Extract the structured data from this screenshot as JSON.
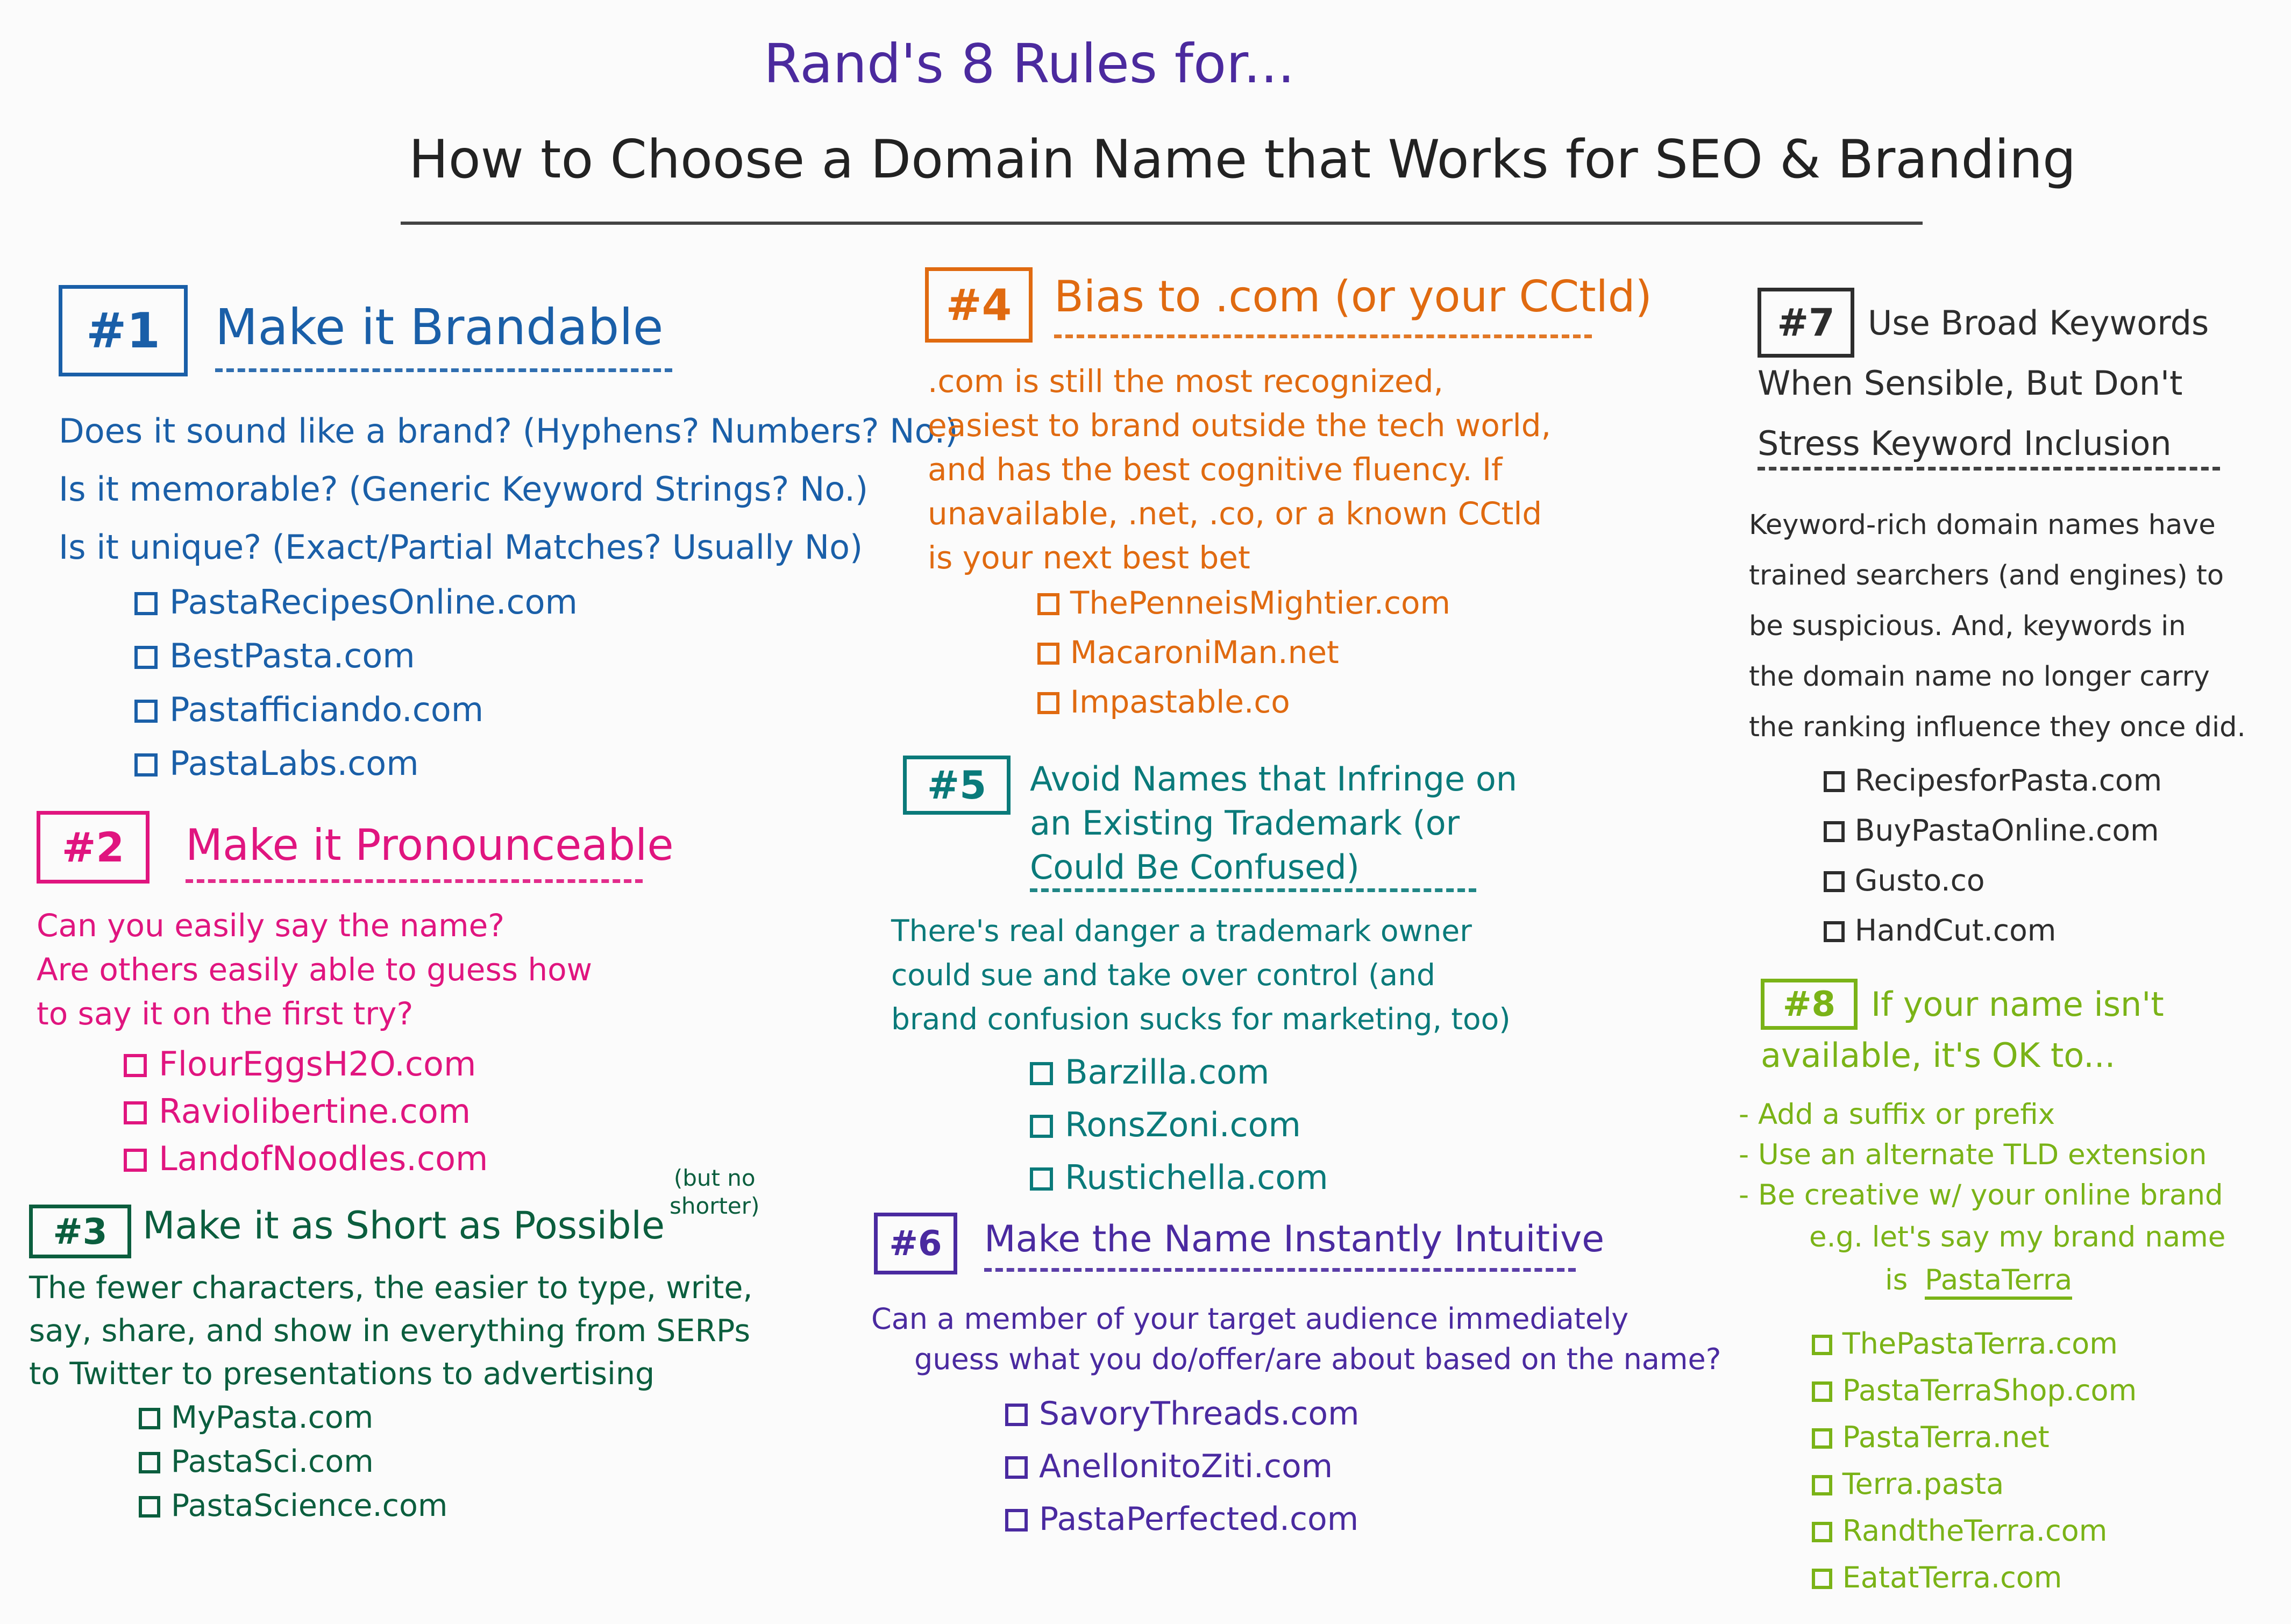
{
  "title": {
    "line1": "Rand's 8 Rules for...",
    "line2": "How to Choose a Domain Name that Works for SEO & Branding"
  },
  "colors": {
    "title": "#4b2a9e",
    "rule1": "#1a5fa8",
    "rule2": "#e0157f",
    "rule3": "#0b5e3e",
    "rule4": "#e06a10",
    "rule5": "#0a7a7a",
    "rule6": "#4a2aa0",
    "rule7": "#2d2d2d",
    "rule8": "#7ab317"
  },
  "rules": {
    "s1": {
      "num": "#1",
      "heading": [
        "Make it Brandable"
      ],
      "body": [
        "Does it sound like a brand?   (Hyphens? Numbers? No.)",
        "Is it memorable?   (Generic Keyword Strings? No.)",
        "Is it unique?   (Exact/Partial Matches? Usually No)"
      ],
      "items": [
        "PastaRecipesOnline.com",
        "BestPasta.com",
        "Pastafficiando.com",
        "PastaLabs.com"
      ]
    },
    "s2": {
      "num": "#2",
      "heading": [
        "Make it Pronounceable"
      ],
      "body": [
        "Can you easily say the name?",
        "Are others easily able to guess how",
        "to say it on the first try?"
      ],
      "items": [
        "FlourEggsH2O.com",
        "Raviolibertine.com",
        "LandofNoodles.com"
      ]
    },
    "s3": {
      "num": "#3",
      "heading": [
        "Make it as Short as Possible"
      ],
      "note": [
        "(but no",
        "shorter)"
      ],
      "body": [
        "The fewer characters, the easier to type, write,",
        "say, share, and show in everything from SERPs",
        "to Twitter to presentations to advertising"
      ],
      "items": [
        "MyPasta.com",
        "PastaSci.com",
        "PastaScience.com"
      ]
    },
    "s4": {
      "num": "#4",
      "heading": [
        "Bias to .com (or your CCtld)"
      ],
      "body": [
        ".com is still the most recognized,",
        "easiest to brand outside the tech world,",
        "and has the best cognitive fluency. If",
        "unavailable, .net, .co, or a known CCtld",
        "is your next best bet"
      ],
      "items": [
        "ThePenneisMightier.com",
        "MacaroniMan.net",
        "Impastable.co"
      ]
    },
    "s5": {
      "num": "#5",
      "heading": [
        "Avoid Names that Infringe on",
        "an Existing Trademark (or",
        "Could Be Confused)"
      ],
      "body": [
        "There's real danger a trademark owner",
        "could sue and take over control (and",
        "brand confusion sucks for marketing, too)"
      ],
      "items": [
        "Barzilla.com",
        "RonsZoni.com",
        "Rustichella.com"
      ]
    },
    "s6": {
      "num": "#6",
      "heading": [
        "Make the Name Instantly Intuitive"
      ],
      "body": [
        "Can a member of your target audience immediately",
        "guess what you do/offer/are about based on the name?"
      ],
      "items": [
        "SavoryThreads.com",
        "AnellonitoZiti.com",
        "PastaPerfected.com"
      ]
    },
    "s7": {
      "num": "#7",
      "heading": [
        "Use Broad Keywords",
        "When Sensible, But Don't",
        "Stress Keyword Inclusion"
      ],
      "body": [
        "Keyword-rich domain names have",
        "trained searchers (and engines) to",
        "be suspicious. And, keywords in",
        "the domain name no longer carry",
        "the ranking influence they once did."
      ],
      "items": [
        "RecipesforPasta.com",
        "BuyPastaOnline.com",
        "Gusto.co",
        "HandCut.com"
      ]
    },
    "s8": {
      "num": "#8",
      "heading": [
        "If your name isn't",
        "available, it's OK to..."
      ],
      "body": [
        "- Add a suffix or prefix",
        "- Use an alternate TLD extension",
        "- Be creative w/ your online brand"
      ],
      "example": "e.g. let's say my brand name",
      "example_is": "is",
      "example_brand": "PastaTerra",
      "items": [
        "ThePastaTerra.com",
        "PastaTerraShop.com",
        "PastaTerra.net",
        "Terra.pasta",
        "RandtheTerra.com",
        "EatatTerra.com"
      ]
    }
  }
}
